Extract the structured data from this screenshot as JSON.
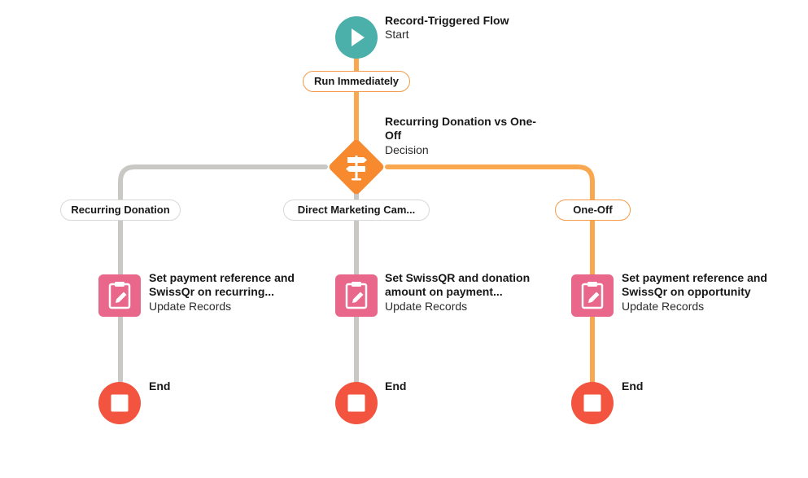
{
  "colors": {
    "start": "#4bb0aa",
    "decision": "#f7892f",
    "update": "#e9678a",
    "end": "#f2543f",
    "active_path": "#f9a84f",
    "inactive_path": "#c9c8c4"
  },
  "start": {
    "title": "Record-Triggered Flow",
    "subtitle": "Start",
    "icon": "play-icon"
  },
  "trigger_pill": {
    "label": "Run Immediately"
  },
  "decision": {
    "title": "Recurring Donation vs One-Off",
    "subtitle": "Decision",
    "icon": "signpost-icon"
  },
  "branches": [
    {
      "outcome": "Recurring Donation",
      "active": false,
      "action": {
        "title": "Set payment reference and SwissQr on recurring...",
        "subtitle": "Update Records",
        "icon": "clipboard-pencil-icon"
      },
      "end": {
        "label": "End",
        "icon": "stop-icon"
      }
    },
    {
      "outcome": "Direct Marketing Cam...",
      "active": false,
      "action": {
        "title": "Set SwissQR and donation amount on payment...",
        "subtitle": "Update Records",
        "icon": "clipboard-pencil-icon"
      },
      "end": {
        "label": "End",
        "icon": "stop-icon"
      }
    },
    {
      "outcome": "One-Off",
      "active": true,
      "action": {
        "title": "Set payment reference and SwissQr on opportunity",
        "subtitle": "Update Records",
        "icon": "clipboard-pencil-icon"
      },
      "end": {
        "label": "End",
        "icon": "stop-icon"
      }
    }
  ]
}
